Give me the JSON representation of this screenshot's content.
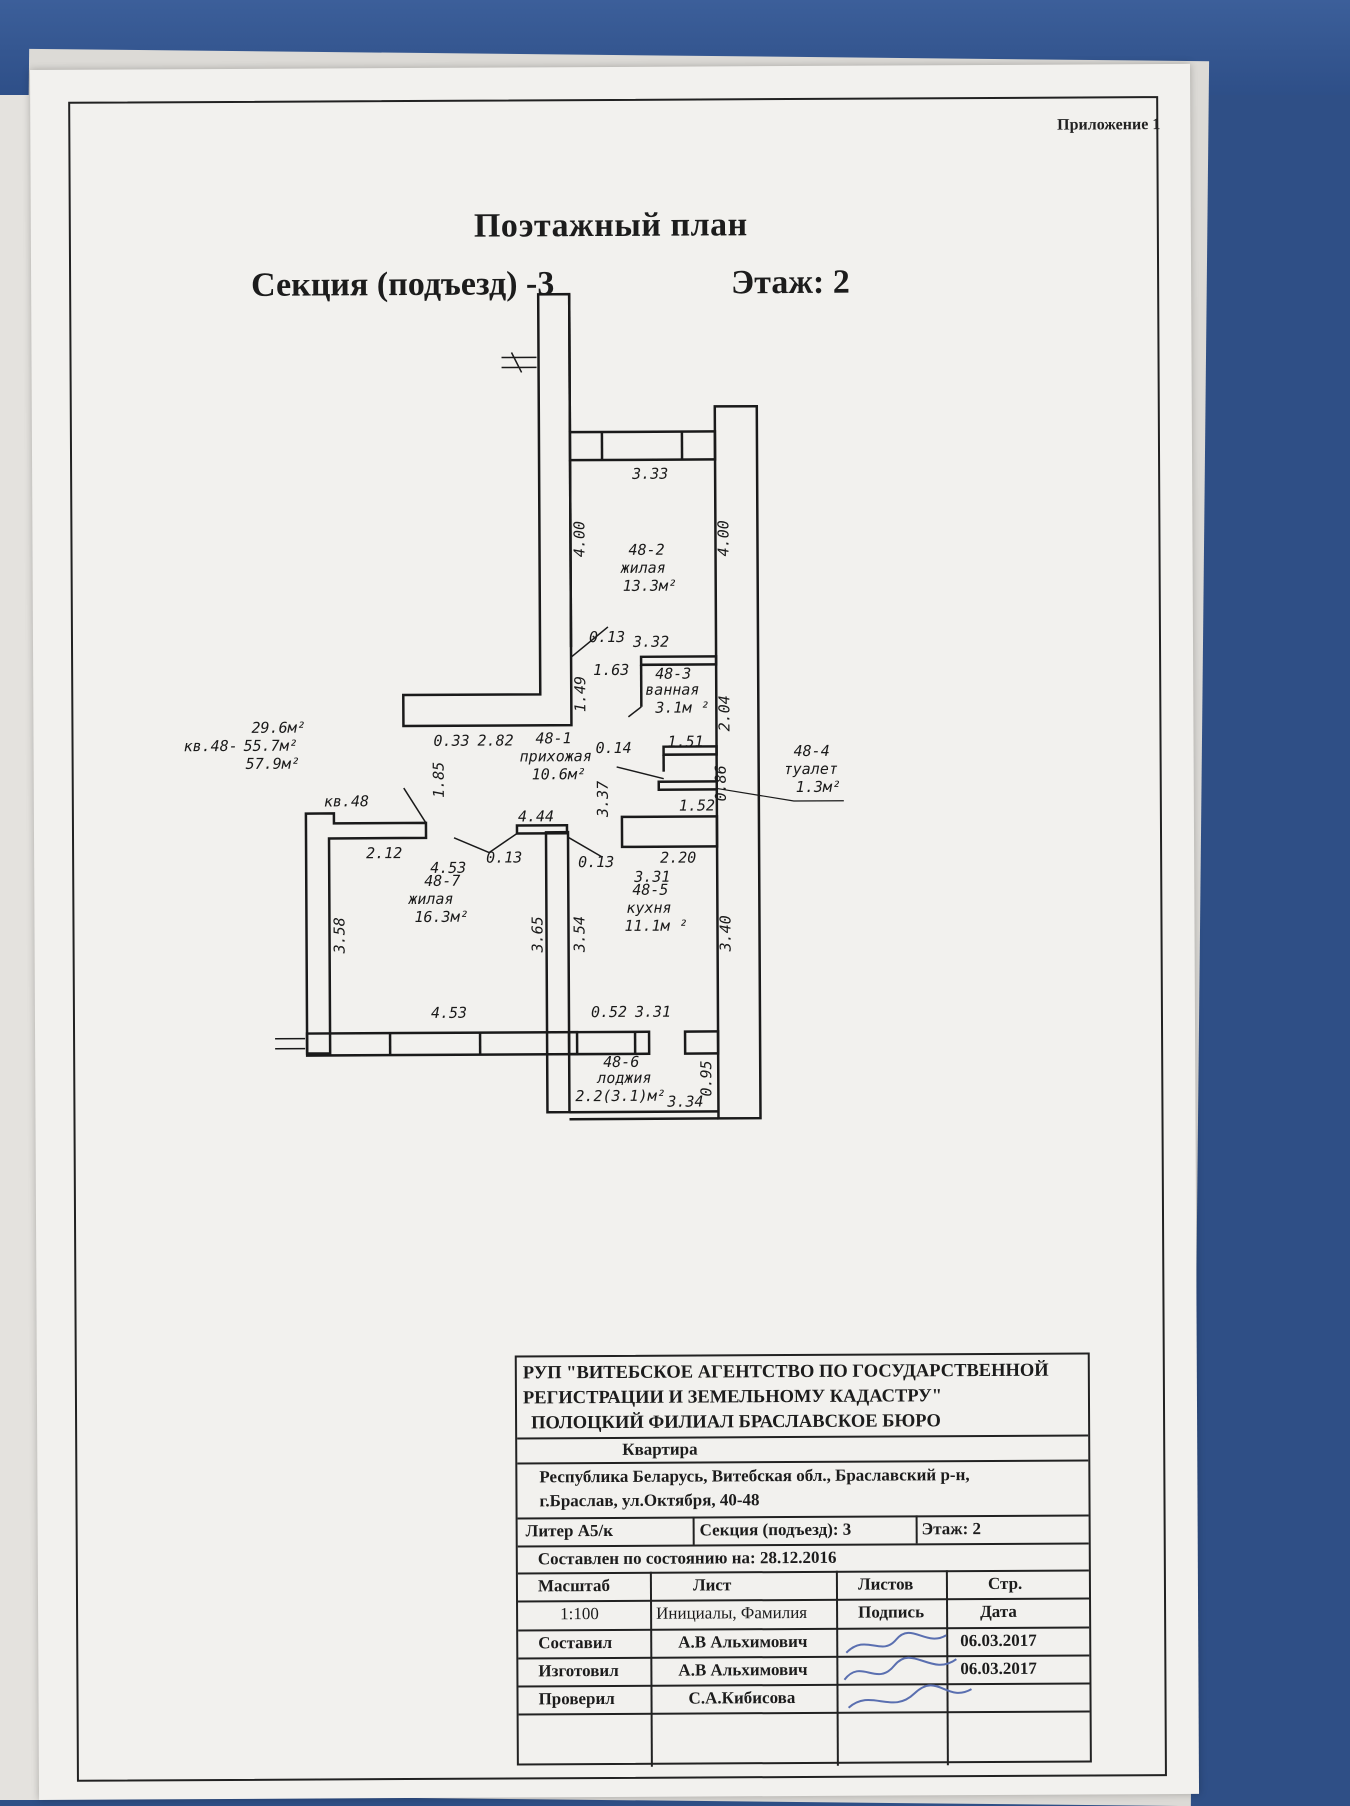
{
  "header": {
    "appendix": "Приложение 1",
    "title": "Поэтажный план",
    "section": "Секция (подъезд) -3",
    "floor": "Этаж: 2"
  },
  "plan": {
    "rooms": [
      {
        "code": "48-2",
        "name": "жилая",
        "area": "13.3м²"
      },
      {
        "code": "48-3",
        "name": "ванная",
        "area": "3.1м ²"
      },
      {
        "code": "48-1",
        "name": "прихожая",
        "area": "10.6м²"
      },
      {
        "code": "48-4",
        "name": "туалет",
        "area": "1.3м²"
      },
      {
        "code": "48-7",
        "name": "жилая",
        "area": "16.3м²"
      },
      {
        "code": "48-5",
        "name": "кухня",
        "area": "11.1м ²"
      },
      {
        "code": "48-6",
        "name": "лоджия",
        "area": "2.2(3.1)м²"
      }
    ],
    "apartment_label": "кв.48",
    "apartment_summary": {
      "prefix": "кв.48-",
      "areas": [
        "29.6м²",
        "55.7м²",
        "57.9м²"
      ]
    },
    "dimensions": [
      "3.33",
      "4.00",
      "4.00",
      "0.13",
      "3.32",
      "1.63",
      "1.49",
      "2.04",
      "0.33",
      "2.82",
      "0.14",
      "1.51",
      "1.85",
      "3.37",
      "0.86",
      "1.52",
      "4.44",
      "2.12",
      "4.53",
      "0.13",
      "0.13",
      "2.20",
      "3.31",
      "3.58",
      "3.65",
      "3.54",
      "3.40",
      "4.53",
      "0.52",
      "3.31",
      "0.95",
      "3.34"
    ]
  },
  "stamp": {
    "org_line1": "РУП \"ВИТЕБСКОЕ АГЕНТСТВО ПО ГОСУДАРСТВЕННОЙ",
    "org_line2": "РЕГИСТРАЦИИ И ЗЕМЕЛЬНОМУ КАДАСТРУ\"",
    "org_line3": "ПОЛОЦКИЙ ФИЛИАЛ БРАСЛАВСКОЕ БЮРО",
    "object_type": "Квартира",
    "address_line1": "Республика Беларусь, Витебская обл., Браславский р-н,",
    "address_line2": "г.Браслав, ул.Октября, 40-48",
    "litera": "Литер А5/к",
    "section": "Секция (подъезд): 3",
    "floor": "Этаж: 2",
    "compiled_state": "Составлен по состоянию на: 28.12.2016",
    "col_scale": "Масштаб",
    "col_sheet": "Лист",
    "col_sheets": "Листов",
    "col_page": "Стр.",
    "scale_value": "1:100",
    "col_name": "Инициалы, Фамилия",
    "col_signature": "Подпись",
    "col_date": "Дата",
    "rows": [
      {
        "role": "Составил",
        "name": "А.В Альхимович",
        "date": "06.03.2017"
      },
      {
        "role": "Изготовил",
        "name": "А.В Альхимович",
        "date": "06.03.2017"
      },
      {
        "role": "Проверил",
        "name": "С.А.Кибисова",
        "date": ""
      }
    ]
  }
}
